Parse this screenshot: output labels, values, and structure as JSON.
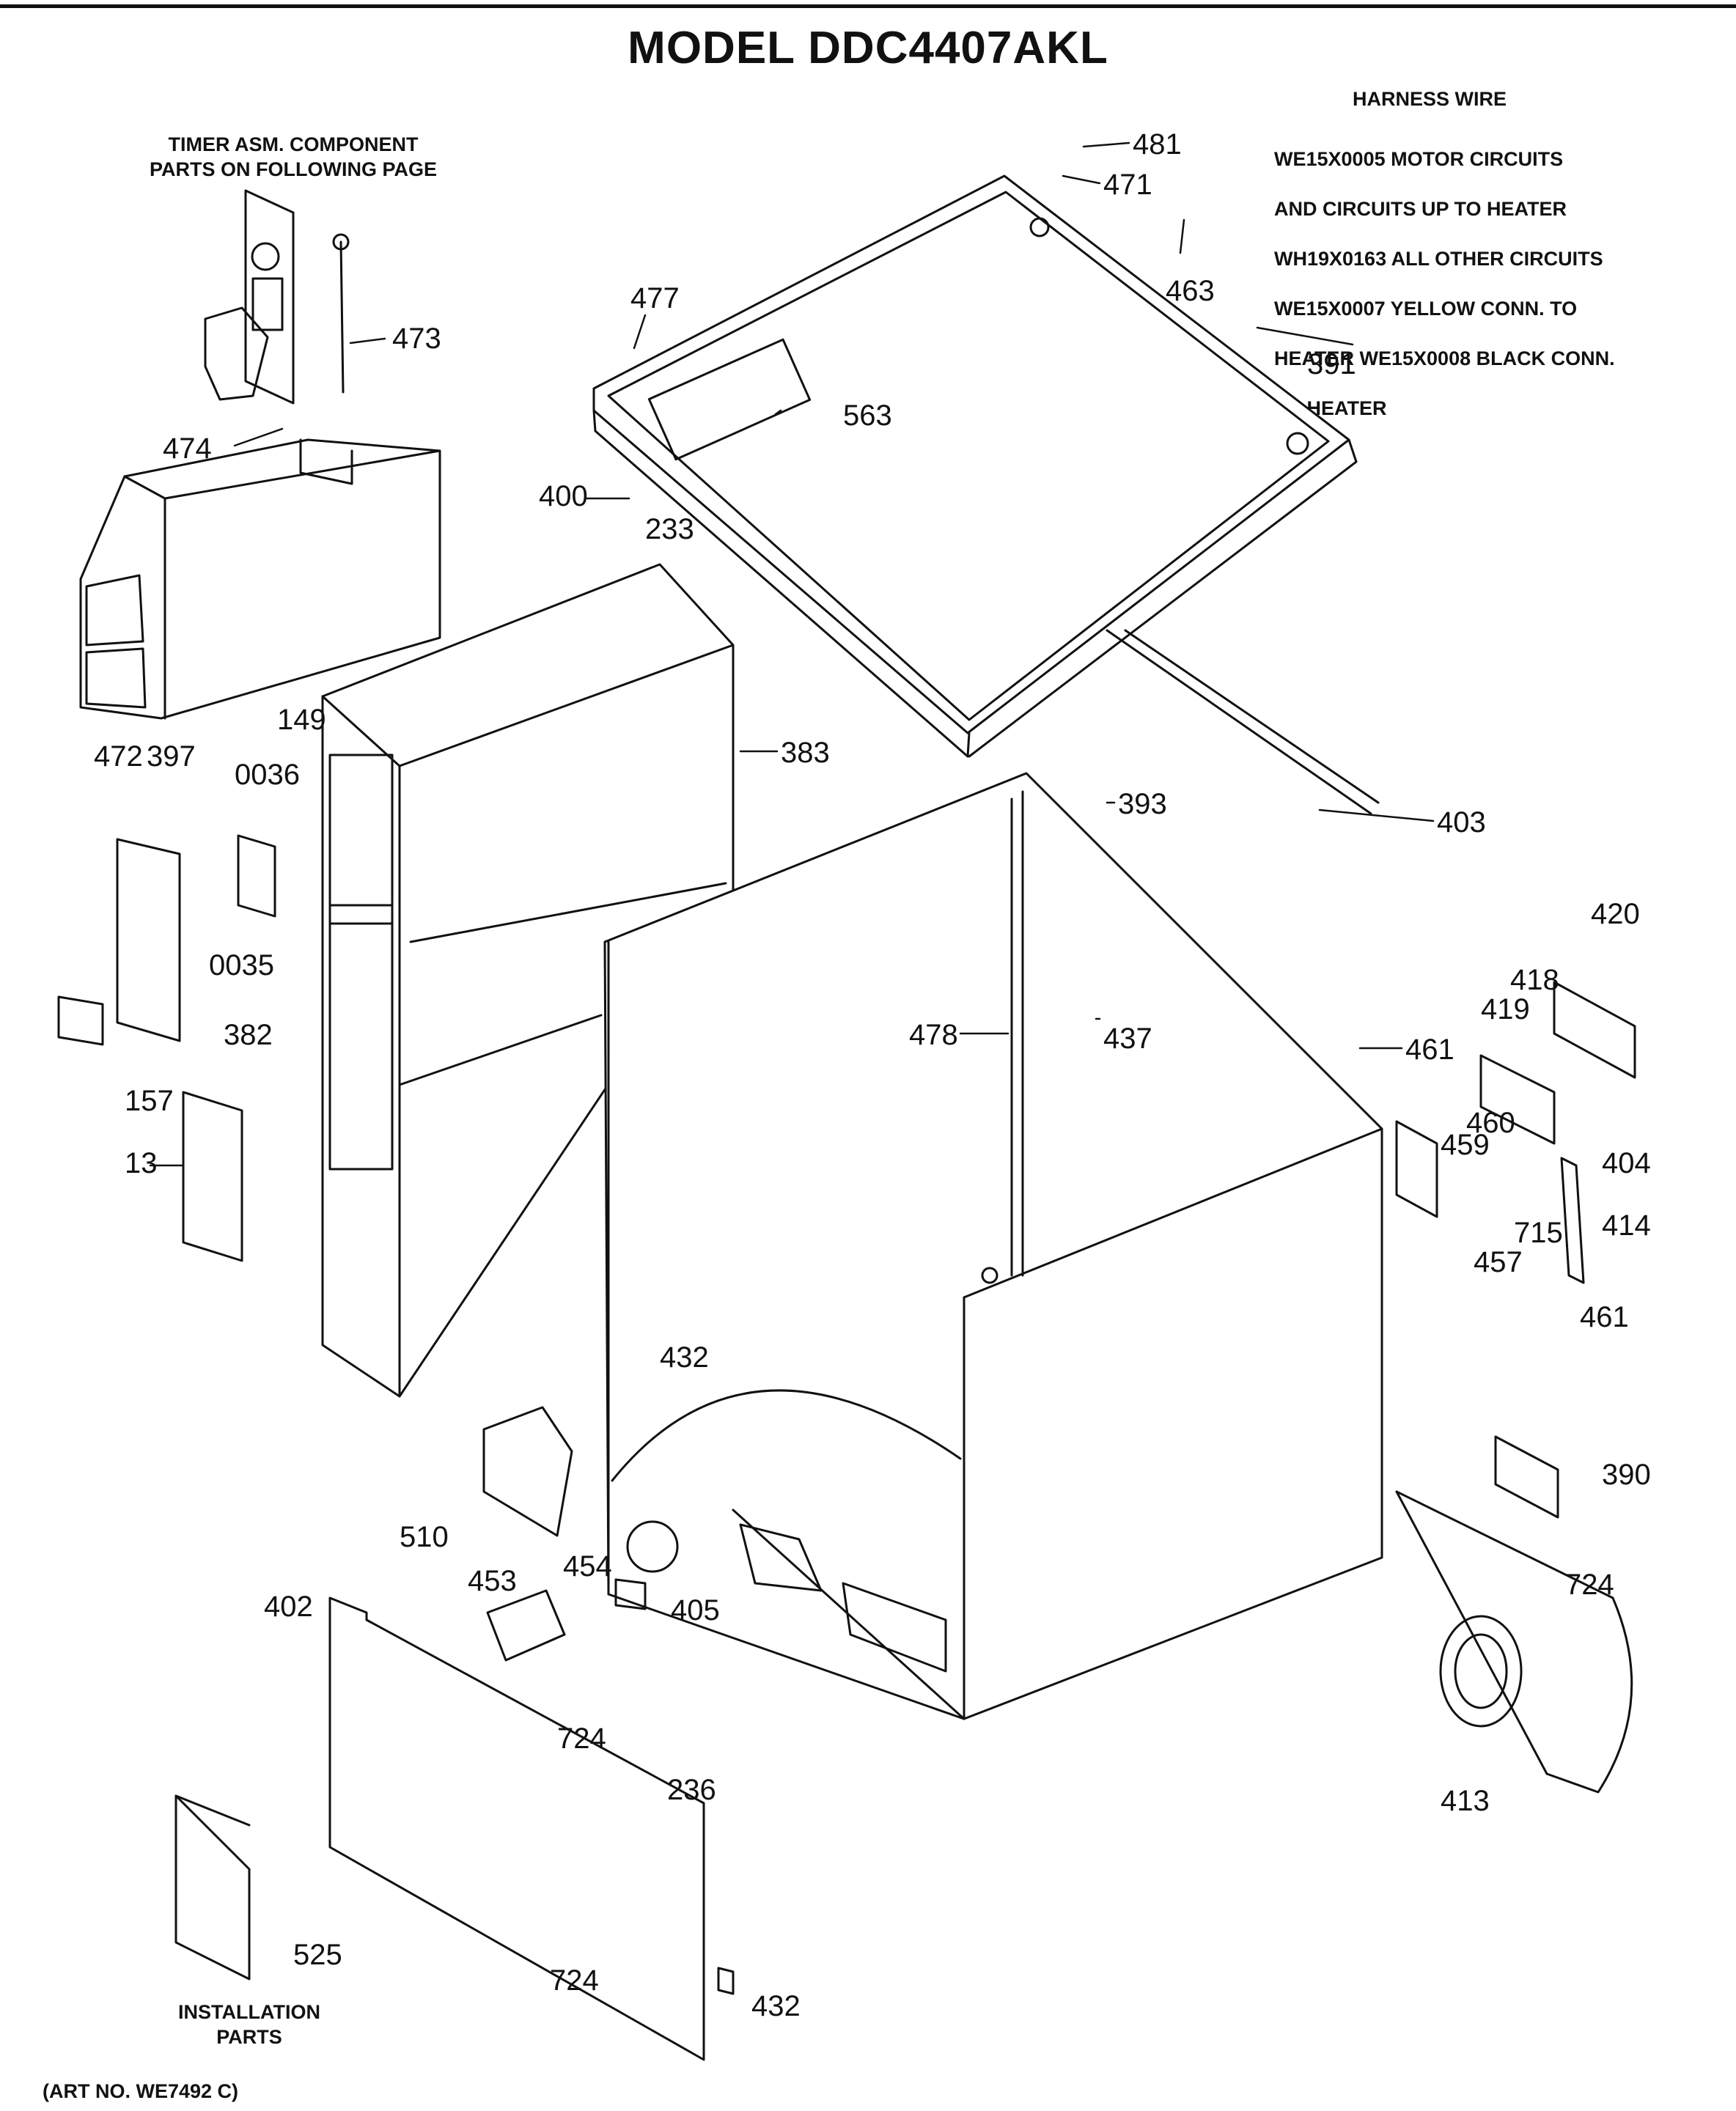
{
  "title": "MODEL DDC4407AKL",
  "timer_note": "TIMER ASM. COMPONENT\nPARTS ON FOLLOWING PAGE",
  "harness": {
    "title": "HARNESS WIRE",
    "lines": [
      "WE15X0005 MOTOR CIRCUITS",
      "AND CIRCUITS UP TO HEATER",
      "WH19X0163 ALL OTHER CIRCUITS",
      "WE15X0007 YELLOW CONN. TO",
      "HEATER WE15X0008 BLACK CONN.",
      "TO HEATER"
    ]
  },
  "installation_note": "INSTALLATION\nPARTS",
  "art_number": "(ART NO. WE7492 C)",
  "callouts": {
    "p481": "481",
    "p471": "471",
    "p463": "463",
    "p391": "391",
    "p563": "563",
    "p477": "477",
    "p473": "473",
    "p474": "474",
    "p400": "400",
    "p233": "233",
    "p472": "472",
    "p397": "397",
    "p149": "149",
    "p0036": "0036",
    "p0035": "0035",
    "p383": "383",
    "p393": "393",
    "p403": "403",
    "p382": "382",
    "p157": "157",
    "p13": "13",
    "p478": "478",
    "p437": "437",
    "p420": "420",
    "p418": "418",
    "p419": "419",
    "p461a": "461",
    "p460": "460",
    "p459": "459",
    "p404": "404",
    "p715": "715",
    "p414": "414",
    "p457": "457",
    "p461b": "461",
    "p432a": "432",
    "p510": "510",
    "p454": "454",
    "p453": "453",
    "p402": "402",
    "p405": "405",
    "p724a": "724",
    "p236": "236",
    "p390": "390",
    "p724b": "724",
    "p413": "413",
    "p525": "525",
    "p724c": "724",
    "p432b": "432"
  }
}
